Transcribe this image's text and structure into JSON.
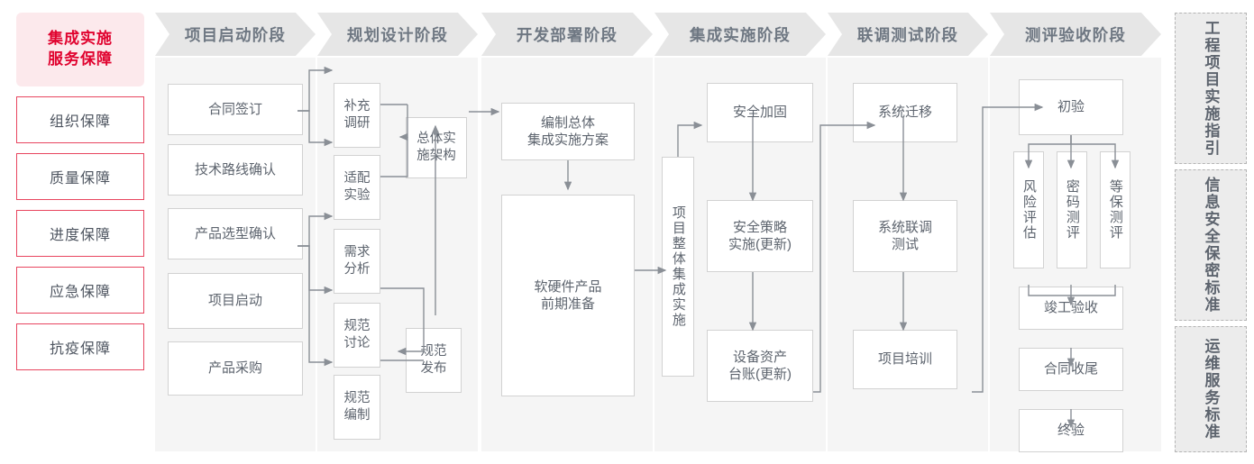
{
  "left_column": {
    "title_lines": [
      "集成实施",
      "服务保障"
    ],
    "items": [
      {
        "label": "组织保障"
      },
      {
        "label": "质量保障"
      },
      {
        "label": "进度保障"
      },
      {
        "label": "应急保障"
      },
      {
        "label": "抗疫保障"
      }
    ]
  },
  "phases": [
    {
      "header": "项目启动阶段",
      "nodes": [
        {
          "label": "合同签订"
        },
        {
          "label": "技术路线确认"
        },
        {
          "label": "产品选型确认"
        },
        {
          "label": "项目启动"
        },
        {
          "label": "产品采购"
        }
      ]
    },
    {
      "header": "规划设计阶段",
      "nodes": [
        {
          "label": "补充\n调研"
        },
        {
          "label": "适配\n实验"
        },
        {
          "label": "需求\n分析"
        },
        {
          "label": "规范\n讨论"
        },
        {
          "label": "规范\n编制"
        },
        {
          "label": "总体实\n施架构"
        },
        {
          "label": "规范\n发布"
        }
      ]
    },
    {
      "header": "开发部署阶段",
      "nodes": [
        {
          "label": "编制总体\n集成实施方案"
        },
        {
          "label": "软硬件产品\n前期准备"
        }
      ]
    },
    {
      "header": "集成实施阶段",
      "nodes": [
        {
          "label": "项目整体集成实施"
        },
        {
          "label": "安全加固"
        },
        {
          "label": "安全策略\n实施(更新)"
        },
        {
          "label": "设备资产\n台账(更新)"
        }
      ]
    },
    {
      "header": "联调测试阶段",
      "nodes": [
        {
          "label": "系统迁移"
        },
        {
          "label": "系统联调\n测试"
        },
        {
          "label": "项目培训"
        }
      ]
    },
    {
      "header": "测评验收阶段",
      "nodes": [
        {
          "label": "初验"
        },
        {
          "label": "风险评估"
        },
        {
          "label": "密码测评"
        },
        {
          "label": "等保测评"
        },
        {
          "label": "竣工验收"
        },
        {
          "label": "合同收尾"
        },
        {
          "label": "终验"
        }
      ]
    }
  ],
  "legend": [
    {
      "label": "工程项目实施指引"
    },
    {
      "label": "信息安全保密标准"
    },
    {
      "label": "运维服务标准"
    }
  ],
  "colors": {
    "accent_red": "#e0032f",
    "accent_pink_bg": "#fce9ec",
    "guard_border": "#e8455f",
    "header_bg": "#e6e6e6",
    "panel_bg": "#f5f5f5",
    "node_border": "#d2d2d2",
    "text_gray": "#5d646e",
    "connector": "#8a8f96",
    "legend_bg": "#ececec",
    "legend_border": "#b4b4b4"
  }
}
